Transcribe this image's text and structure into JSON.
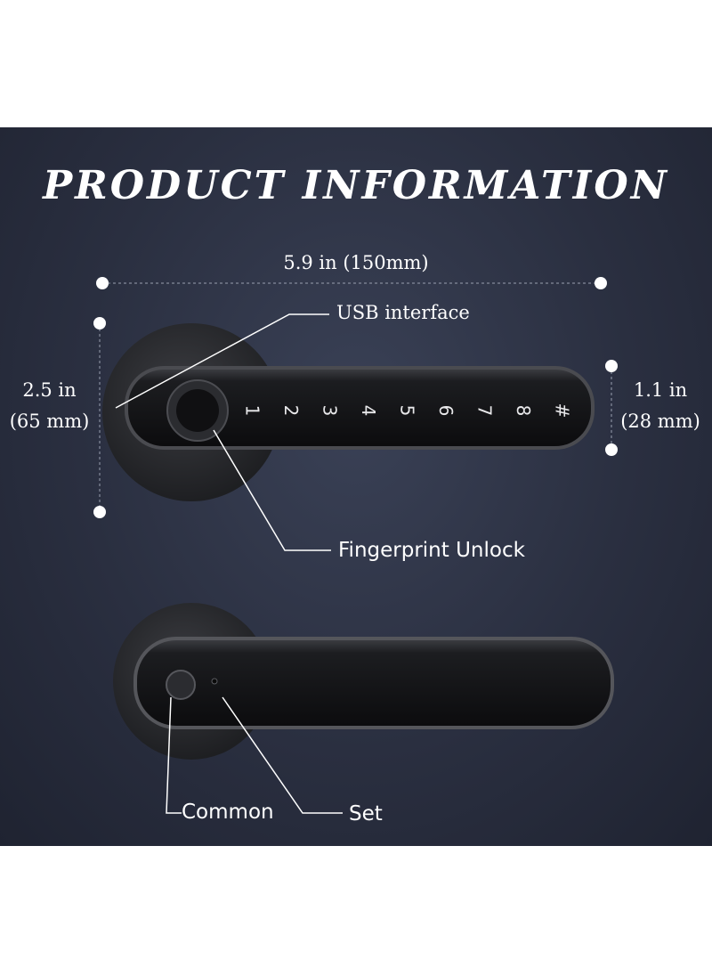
{
  "title": "PRODUCT INFORMATION",
  "dimensions": {
    "width": "5.9 in (150mm)",
    "height_line1": "2.5 in",
    "height_line2": "(65 mm)",
    "depth_line1": "1.1 in",
    "depth_line2": "(28 mm)"
  },
  "callouts": {
    "usb": "USB interface",
    "fingerprint": "Fingerprint Unlock",
    "common": "Common",
    "set": "Set"
  },
  "keypad": [
    "1",
    "2",
    "3",
    "4",
    "5",
    "6",
    "7",
    "8",
    "#"
  ],
  "colors": {
    "background": "#2a2f40",
    "handle": "#141416",
    "rose": "#2c2d30",
    "text": "#ffffff"
  }
}
